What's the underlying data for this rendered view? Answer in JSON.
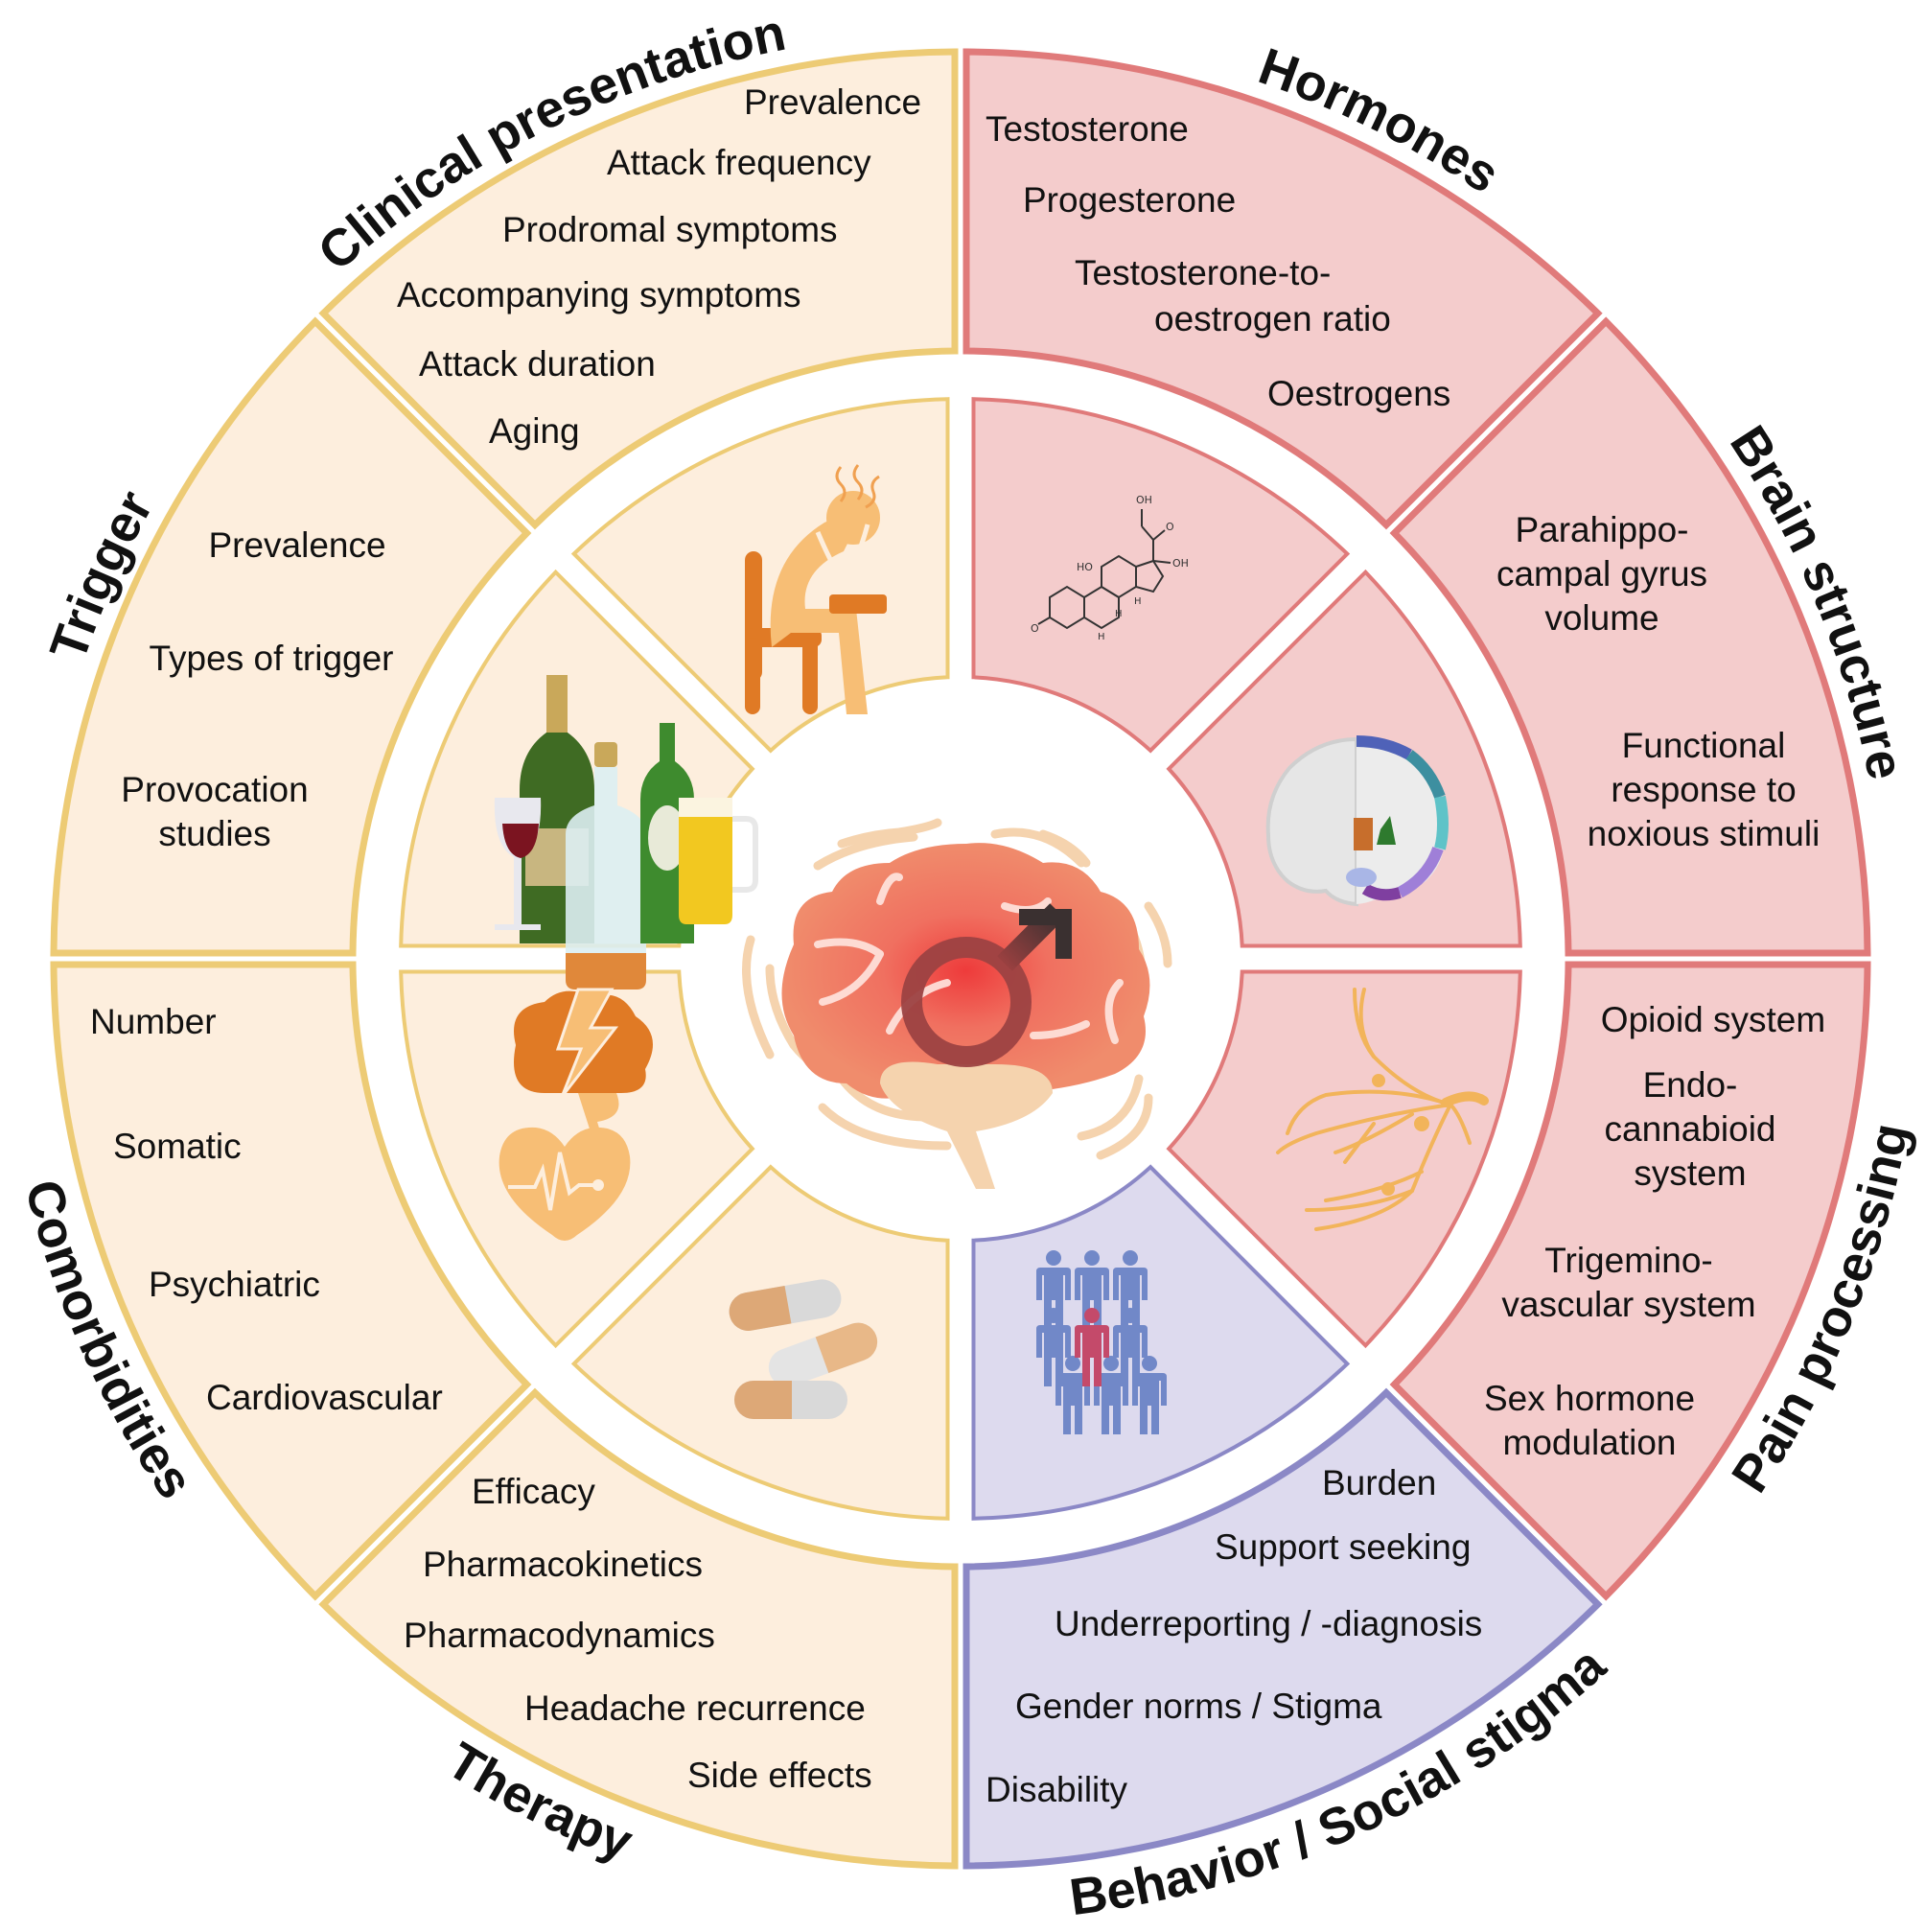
{
  "figure": {
    "center_icon": "brain-with-male-symbol-icon",
    "colors": {
      "clinical_fill": "#FDEEDD",
      "clinical_stroke": "#EDCB75",
      "biological_fill": "#F4CCCC",
      "biological_stroke": "#E07A7A",
      "social_fill": "#DDDAEE",
      "social_stroke": "#8B88C6"
    }
  },
  "sectors": {
    "clinical_presentation": {
      "title": "Clinical presentation",
      "theme": "clinical",
      "icon": "headache-person-icon",
      "items": [
        "Prevalence",
        "Attack frequency",
        "Prodromal symptoms",
        "Accompanying symptoms",
        "Attack duration",
        "Aging"
      ]
    },
    "hormones": {
      "title": "Hormones",
      "theme": "biological",
      "icon": "steroid-molecule-icon",
      "items": [
        "Testosterone",
        "Progesterone",
        "Testosterone-to-",
        "oestrogen ratio",
        "Oestrogens"
      ]
    },
    "brain_structure": {
      "title": "Brain structure",
      "theme": "biological",
      "icon": "brain-coronal-section-icon",
      "items": [
        [
          "Parahippo-",
          "campal gyrus",
          "volume"
        ],
        [
          "Functional",
          "response to",
          "noxious stimuli"
        ]
      ]
    },
    "pain_processing": {
      "title": "Pain processing",
      "theme": "biological",
      "icon": "neuron-icon",
      "items": [
        [
          "Opioid system"
        ],
        [
          "Endo-",
          "cannabioid",
          "system"
        ],
        [
          "Trigemino-",
          "vascular system"
        ],
        [
          "Sex hormone",
          "modulation"
        ]
      ]
    },
    "behavior": {
      "title": "Behavior / Social stigma",
      "theme": "social",
      "icon": "people-group-icon",
      "items": [
        "Burden",
        "Support seeking",
        "Underreporting / -diagnosis",
        "Gender norms / Stigma",
        "Disability"
      ]
    },
    "therapy": {
      "title": "Therapy",
      "theme": "clinical",
      "icon": "pills-icon",
      "items": [
        "Efficacy",
        "Pharmacokinetics",
        "Pharmacodynamics",
        "Headache recurrence",
        "Side effects"
      ]
    },
    "comorbidities": {
      "title": "Comorbidities",
      "theme": "clinical",
      "icon": "brain-and-heart-icon",
      "items": [
        "Number",
        "Somatic",
        "Psychiatric",
        "Cardiovascular"
      ]
    },
    "trigger": {
      "title": "Trigger",
      "theme": "clinical",
      "icon": "alcoholic-drinks-icon",
      "items": [
        [
          "Prevalence"
        ],
        [
          "Types of trigger"
        ],
        [
          "Provocation",
          "studies"
        ]
      ]
    }
  }
}
